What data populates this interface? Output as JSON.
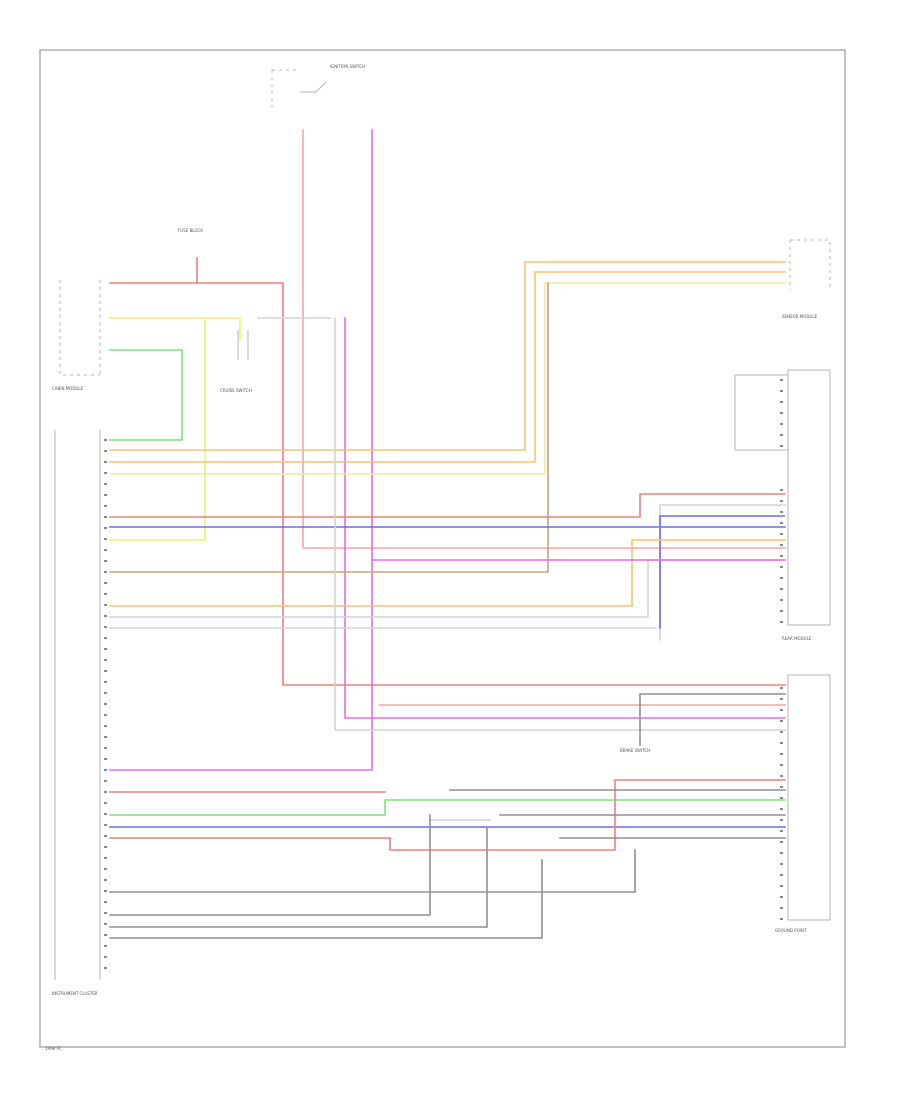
{
  "colors": {
    "red": "#f07f7f",
    "pink": "#f5a3a3",
    "yellow": "#f2ee76",
    "lightyellow": "#f5e89c",
    "orange": "#f6c46a",
    "green": "#7fe07f",
    "blue": "#6b6bf0",
    "violet": "#e66be6",
    "gray": "#909090",
    "lightgray": "#d3d3d3",
    "tan": "#c9a27a"
  },
  "labels": {
    "ignition_switch": "IGNITION SWITCH",
    "fuse_block": "FUSE BLOCK",
    "cruise_switch": "CRUISE SWITCH",
    "cabin_module": "CABIN MODULE",
    "instrument_cluster": "INSTRUMENT CLUSTER",
    "sensor_module": "SENSOR MODULE",
    "rear_module": "REAR MODULE",
    "brake_switch": "BRAKE SWITCH",
    "ground_point": "GROUND POINT",
    "footer": "1998 PC"
  }
}
